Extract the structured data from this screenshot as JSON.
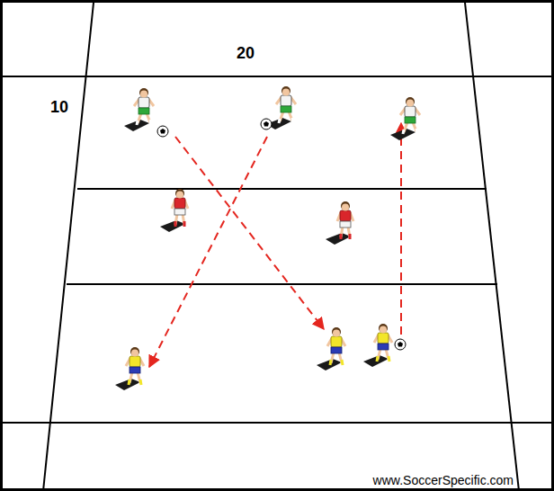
{
  "diagram": {
    "labels": [
      "20",
      "10",
      "www.SoccerSpecific.com"
    ]
  }
}
